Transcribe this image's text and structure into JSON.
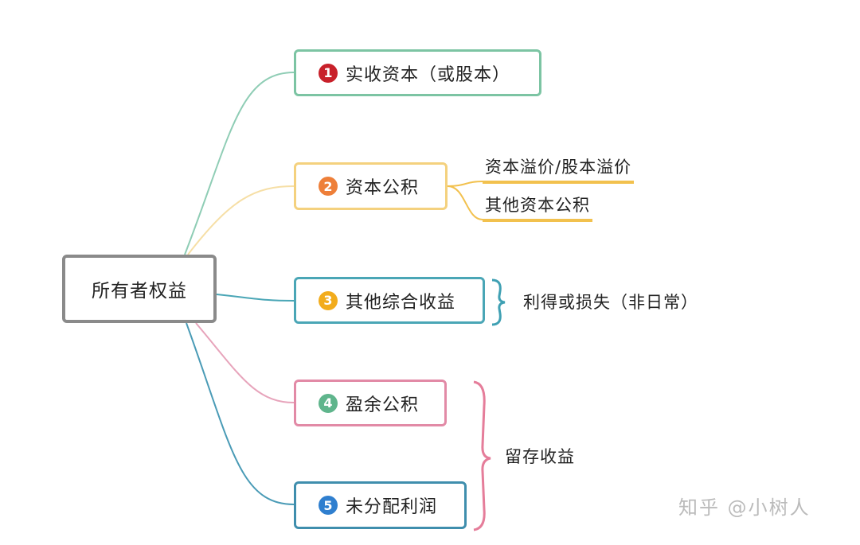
{
  "root": {
    "label": "所有者权益"
  },
  "branches": [
    {
      "number": "1",
      "label": "实收资本（或股本）"
    },
    {
      "number": "2",
      "label": "资本公积"
    },
    {
      "number": "3",
      "label": "其他综合收益"
    },
    {
      "number": "4",
      "label": "盈余公积"
    },
    {
      "number": "5",
      "label": "未分配利润"
    }
  ],
  "capital_reserve_children": [
    {
      "label": "资本溢价/股本溢价"
    },
    {
      "label": "其他资本公积"
    }
  ],
  "other_income_note": "利得或损失（非日常）",
  "retained_earnings_note": "留存收益",
  "watermark": "知乎 @小树人",
  "colors": {
    "root_border": "#8a8a8a",
    "branch1": "#7cc4a3",
    "branch2": "#f4d17e",
    "branch3": "#4aa6b6",
    "branch4": "#e28aa6",
    "branch5": "#3f8ead",
    "leaf_underline": "#f2c14e"
  }
}
